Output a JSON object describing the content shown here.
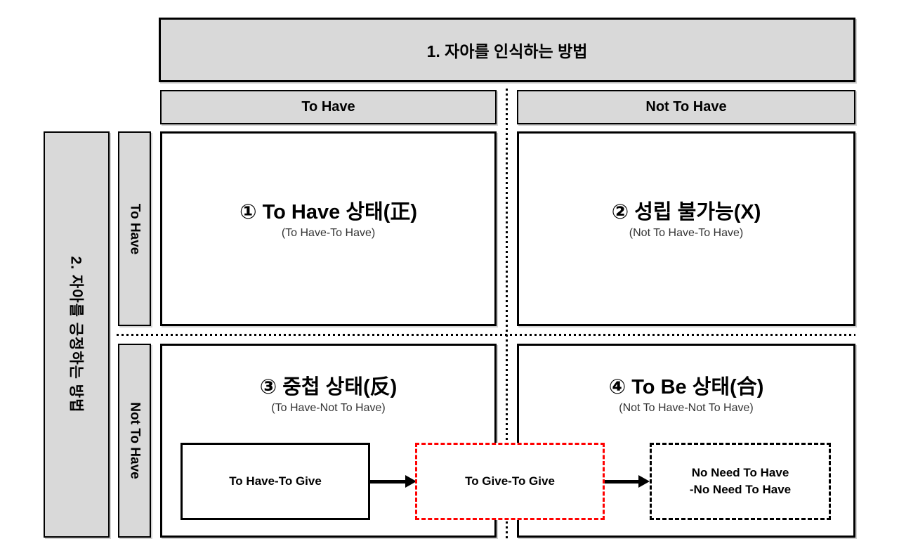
{
  "colors": {
    "panel_fill": "#d9d9d9",
    "line": "#000000",
    "accent_red": "#ff0000",
    "background": "#ffffff",
    "subtitle_text": "#333333"
  },
  "matrix": {
    "axis1_title": "1. 자아를 인식하는 방법",
    "axis2_title": "2. 자아를 긍정하는 방법",
    "column_headers": [
      {
        "label": "To Have"
      },
      {
        "label": "Not To Have"
      }
    ],
    "row_headers": [
      {
        "label": "To Have"
      },
      {
        "label": "Not To Have"
      }
    ],
    "quadrants": [
      {
        "title": "① To Have 상태(正)",
        "subtitle": "(To Have-To Have)"
      },
      {
        "title": "② 성립 불가능(X)",
        "subtitle": "(Not To Have-To Have)"
      },
      {
        "title": "③ 중첩 상태(反)",
        "subtitle": "(To Have-Not To Have)"
      },
      {
        "title": "④ To Be 상태(合)",
        "subtitle": "(Not To Have-Not To Have)"
      }
    ]
  },
  "flow": {
    "boxes": [
      {
        "label": "To Have-To Give",
        "border_style": "solid-black"
      },
      {
        "label": "To Give-To Give",
        "border_style": "dashed-red"
      },
      {
        "label": "No Need To Have",
        "label2": "-No Need To Have",
        "border_style": "dashed-black"
      }
    ]
  }
}
